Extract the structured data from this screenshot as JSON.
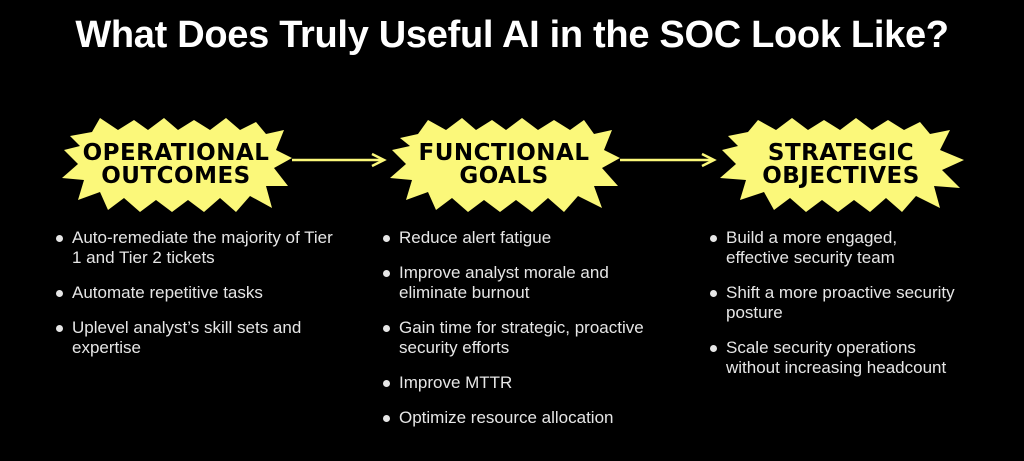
{
  "title": "What Does Truly Useful AI in the SOC Look Like?",
  "colors": {
    "background": "#000000",
    "accent": "#FBF87A",
    "text": "#E6E6E6",
    "title": "#FFFFFF"
  },
  "stages": [
    {
      "line1": "OPERATIONAL",
      "line2": "OUTCOMES",
      "bullets": [
        "Auto-remediate the majority of Tier 1 and Tier 2 tickets",
        "Automate repetitive tasks",
        "Uplevel analyst’s skill sets and expertise"
      ]
    },
    {
      "line1": "FUNCTIONAL",
      "line2": "GOALS",
      "bullets": [
        "Reduce alert fatigue",
        "Improve analyst morale and eliminate burnout",
        "Gain time for strategic, proactive security efforts",
        "Improve MTTR",
        "Optimize resource allocation"
      ]
    },
    {
      "line1": "STRATEGIC",
      "line2": "OBJECTIVES",
      "bullets": [
        "Build a more engaged, effective security team",
        "Shift a more proactive security posture",
        "Scale security operations without increasing headcount"
      ]
    }
  ]
}
